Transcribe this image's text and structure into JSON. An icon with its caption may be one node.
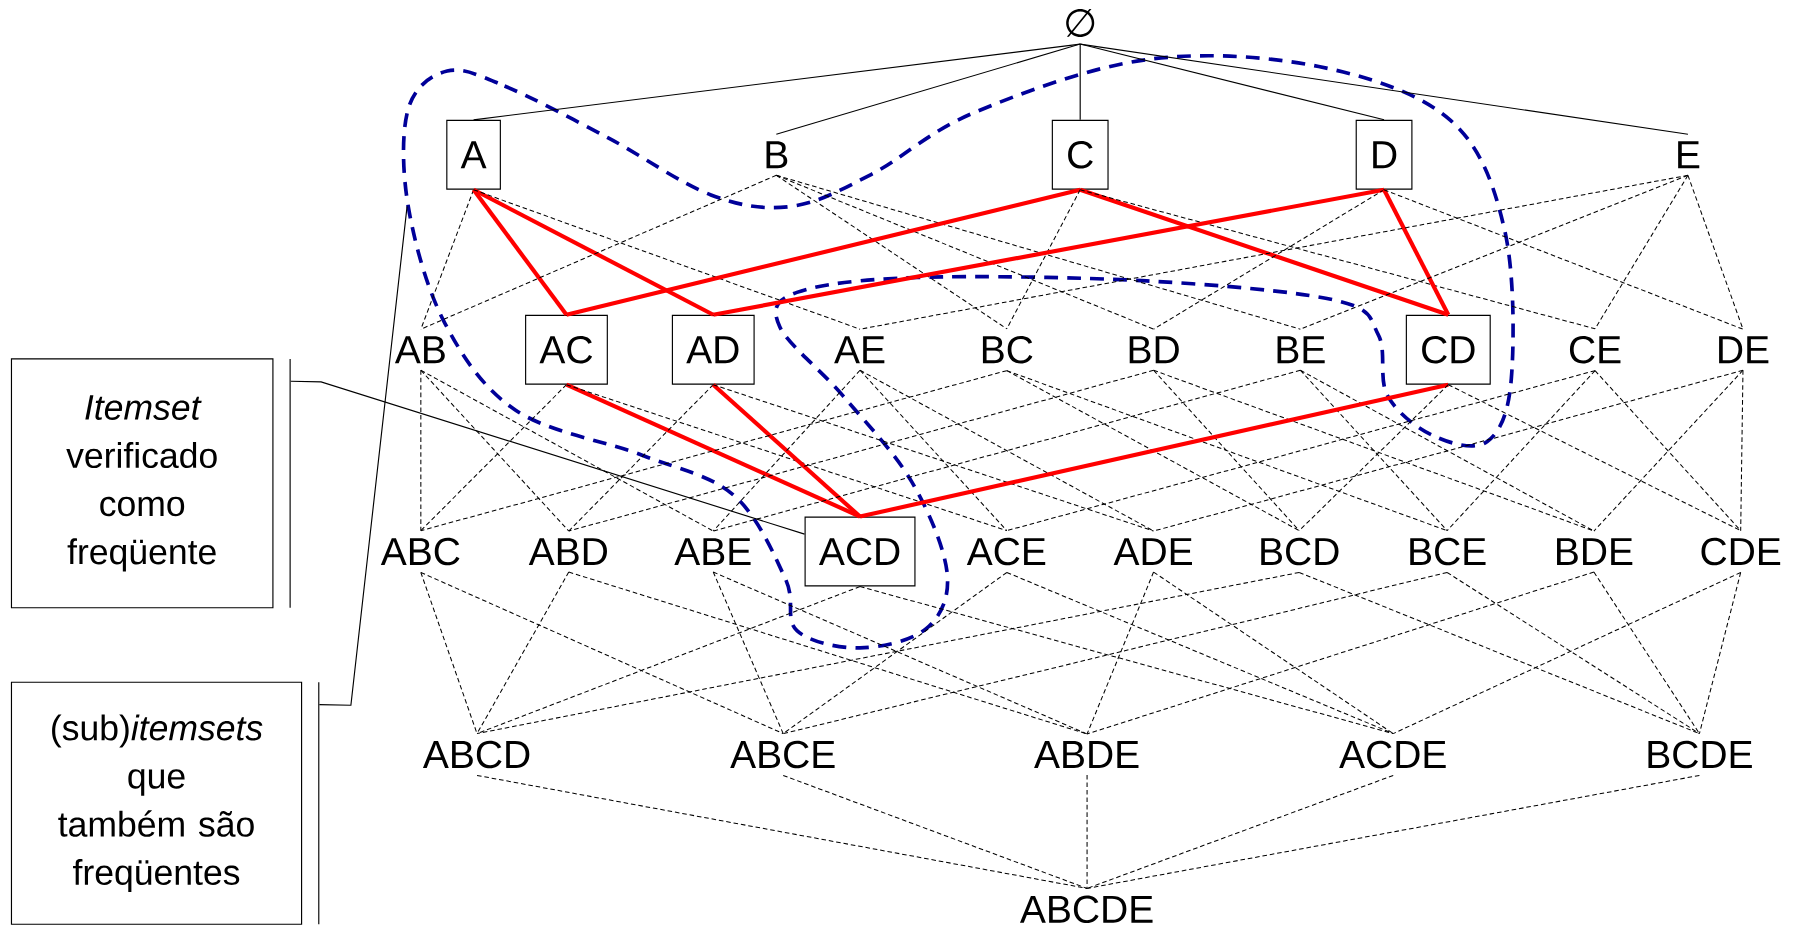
{
  "diagram": {
    "nodes": [
      {
        "text": [
          "∅"
        ]
      },
      {
        "text": [
          "A"
        ]
      },
      {
        "text": [
          "B"
        ]
      },
      {
        "text": [
          "C"
        ]
      },
      {
        "text": [
          "D"
        ]
      },
      {
        "text": [
          "E"
        ]
      },
      {
        "text": [
          "AB"
        ]
      },
      {
        "text": [
          "AC"
        ]
      },
      {
        "text": [
          "AD"
        ]
      },
      {
        "text": [
          "AE"
        ]
      },
      {
        "text": [
          "BC"
        ]
      },
      {
        "text": [
          "BD"
        ]
      },
      {
        "text": [
          "BE"
        ]
      },
      {
        "text": [
          "CD"
        ]
      },
      {
        "text": [
          "CE"
        ]
      },
      {
        "text": [
          "DE"
        ]
      },
      {
        "text": [
          "ABC"
        ]
      },
      {
        "text": [
          "ABD"
        ]
      },
      {
        "text": [
          "ABE"
        ]
      },
      {
        "text": [
          "ACD"
        ]
      },
      {
        "text": [
          "ACE"
        ]
      },
      {
        "text": [
          "ADE"
        ]
      },
      {
        "text": [
          "BCD"
        ]
      },
      {
        "text": [
          "BCE"
        ]
      },
      {
        "text": [
          "BDE"
        ]
      },
      {
        "text": [
          "CDE"
        ]
      },
      {
        "text": [
          "ABCD"
        ]
      },
      {
        "text": [
          "ABCE"
        ]
      },
      {
        "text": [
          "ABDE"
        ]
      },
      {
        "text": [
          "ACDE"
        ]
      },
      {
        "text": [
          "BCDE"
        ]
      },
      {
        "text": [
          "ABCDE"
        ]
      },
      {
        "text": [
          "*Itemset* verificado como freqüente"
        ]
      },
      {
        "text": [
          "(sub)*itemsets* que também são freqüentes"
        ]
      }
    ],
    "edges": [
      {
        "from": 0,
        "to": 1,
        "arrow": "none"
      },
      {
        "from": 0,
        "to": 2,
        "arrow": "none"
      },
      {
        "from": 0,
        "to": 3,
        "arrow": "none"
      },
      {
        "from": 0,
        "to": 4,
        "arrow": "none"
      },
      {
        "from": 0,
        "to": 5,
        "arrow": "none"
      },
      {
        "from": 1,
        "to": 6,
        "arrow": "none",
        "style": "dashed"
      },
      {
        "from": 1,
        "to": 7,
        "arrow": "none",
        "style": "thick",
        "color": "#ff0000"
      },
      {
        "from": 1,
        "to": 8,
        "arrow": "none",
        "style": "thick",
        "color": "#ff0000"
      },
      {
        "from": 1,
        "to": 9,
        "arrow": "none",
        "style": "dashed"
      },
      {
        "from": 2,
        "to": 6,
        "arrow": "none",
        "style": "dashed"
      },
      {
        "from": 2,
        "to": 10,
        "arrow": "none",
        "style": "dashed"
      },
      {
        "from": 2,
        "to": 11,
        "arrow": "none",
        "style": "dashed"
      },
      {
        "from": 2,
        "to": 12,
        "arrow": "none",
        "style": "dashed"
      },
      {
        "from": 3,
        "to": 7,
        "arrow": "none",
        "style": "thick",
        "color": "#ff0000"
      },
      {
        "from": 3,
        "to": 10,
        "arrow": "none",
        "style": "dashed"
      },
      {
        "from": 3,
        "to": 13,
        "arrow": "none",
        "style": "thick",
        "color": "#ff0000"
      },
      {
        "from": 3,
        "to": 14,
        "arrow": "none",
        "style": "dashed"
      },
      {
        "from": 4,
        "to": 8,
        "arrow": "none",
        "style": "thick",
        "color": "#ff0000"
      },
      {
        "from": 4,
        "to": 11,
        "arrow": "none",
        "style": "dashed"
      },
      {
        "from": 4,
        "to": 13,
        "arrow": "none",
        "style": "thick",
        "color": "#ff0000"
      },
      {
        "from": 4,
        "to": 15,
        "arrow": "none",
        "style": "dashed"
      },
      {
        "from": 5,
        "to": 9,
        "arrow": "none",
        "style": "dashed"
      },
      {
        "from": 5,
        "to": 12,
        "arrow": "none",
        "style": "dashed"
      },
      {
        "from": 5,
        "to": 14,
        "arrow": "none",
        "style": "dashed"
      },
      {
        "from": 5,
        "to": 15,
        "arrow": "none",
        "style": "dashed"
      },
      {
        "from": 6,
        "to": 16,
        "arrow": "none",
        "style": "dashed"
      },
      {
        "from": 6,
        "to": 17,
        "arrow": "none",
        "style": "dashed"
      },
      {
        "from": 6,
        "to": 18,
        "arrow": "none",
        "style": "dashed"
      },
      {
        "from": 7,
        "to": 16,
        "arrow": "none",
        "style": "dashed"
      },
      {
        "from": 7,
        "to": 19,
        "arrow": "none",
        "style": "thick",
        "color": "#ff0000"
      },
      {
        "from": 7,
        "to": 20,
        "arrow": "none",
        "style": "dashed"
      },
      {
        "from": 8,
        "to": 17,
        "arrow": "none",
        "style": "dashed"
      },
      {
        "from": 8,
        "to": 19,
        "arrow": "none",
        "style": "thick",
        "color": "#ff0000"
      },
      {
        "from": 8,
        "to": 21,
        "arrow": "none",
        "style": "dashed"
      },
      {
        "from": 9,
        "to": 18,
        "arrow": "none",
        "style": "dashed"
      },
      {
        "from": 9,
        "to": 20,
        "arrow": "none",
        "style": "dashed"
      },
      {
        "from": 9,
        "to": 21,
        "arrow": "none",
        "style": "dashed"
      },
      {
        "from": 10,
        "to": 16,
        "arrow": "none",
        "style": "dashed"
      },
      {
        "from": 10,
        "to": 22,
        "arrow": "none",
        "style": "dashed"
      },
      {
        "from": 10,
        "to": 23,
        "arrow": "none",
        "style": "dashed"
      },
      {
        "from": 11,
        "to": 17,
        "arrow": "none",
        "style": "dashed"
      },
      {
        "from": 11,
        "to": 22,
        "arrow": "none",
        "style": "dashed"
      },
      {
        "from": 11,
        "to": 24,
        "arrow": "none",
        "style": "dashed"
      },
      {
        "from": 12,
        "to": 18,
        "arrow": "none",
        "style": "dashed"
      },
      {
        "from": 12,
        "to": 23,
        "arrow": "none",
        "style": "dashed"
      },
      {
        "from": 12,
        "to": 24,
        "arrow": "none",
        "style": "dashed"
      },
      {
        "from": 13,
        "to": 19,
        "arrow": "none",
        "style": "thick",
        "color": "#ff0000"
      },
      {
        "from": 13,
        "to": 22,
        "arrow": "none",
        "style": "dashed"
      },
      {
        "from": 13,
        "to": 25,
        "arrow": "none",
        "style": "dashed"
      },
      {
        "from": 14,
        "to": 20,
        "arrow": "none",
        "style": "dashed"
      },
      {
        "from": 14,
        "to": 23,
        "arrow": "none",
        "style": "dashed"
      },
      {
        "from": 14,
        "to": 25,
        "arrow": "none",
        "style": "dashed"
      },
      {
        "from": 15,
        "to": 21,
        "arrow": "none",
        "style": "dashed"
      },
      {
        "from": 15,
        "to": 24,
        "arrow": "none",
        "style": "dashed"
      },
      {
        "from": 15,
        "to": 25,
        "arrow": "none",
        "style": "dashed"
      },
      {
        "from": 16,
        "to": 26,
        "arrow": "none",
        "style": "dashed"
      },
      {
        "from": 16,
        "to": 27,
        "arrow": "none",
        "style": "dashed"
      },
      {
        "from": 17,
        "to": 26,
        "arrow": "none",
        "style": "dashed"
      },
      {
        "from": 17,
        "to": 28,
        "arrow": "none",
        "style": "dashed"
      },
      {
        "from": 18,
        "to": 27,
        "arrow": "none",
        "style": "dashed"
      },
      {
        "from": 18,
        "to": 28,
        "arrow": "none",
        "style": "dashed"
      },
      {
        "from": 19,
        "to": 26,
        "arrow": "none",
        "style": "dashed"
      },
      {
        "from": 19,
        "to": 29,
        "arrow": "none",
        "style": "dashed"
      },
      {
        "from": 20,
        "to": 27,
        "arrow": "none",
        "style": "dashed"
      },
      {
        "from": 20,
        "to": 29,
        "arrow": "none",
        "style": "dashed"
      },
      {
        "from": 21,
        "to": 28,
        "arrow": "none",
        "style": "dashed"
      },
      {
        "from": 21,
        "to": 29,
        "arrow": "none",
        "style": "dashed"
      },
      {
        "from": 22,
        "to": 26,
        "arrow": "none",
        "style": "dashed"
      },
      {
        "from": 22,
        "to": 30,
        "arrow": "none",
        "style": "dashed"
      },
      {
        "from": 23,
        "to": 27,
        "arrow": "none",
        "style": "dashed"
      },
      {
        "from": 23,
        "to": 30,
        "arrow": "none",
        "style": "dashed"
      },
      {
        "from": 24,
        "to": 28,
        "arrow": "none",
        "style": "dashed"
      },
      {
        "from": 24,
        "to": 30,
        "arrow": "none",
        "style": "dashed"
      },
      {
        "from": 25,
        "to": 29,
        "arrow": "none",
        "style": "dashed"
      },
      {
        "from": 25,
        "to": 30,
        "arrow": "none",
        "style": "dashed"
      },
      {
        "from": 26,
        "to": 31,
        "arrow": "none",
        "style": "dashed"
      },
      {
        "from": 27,
        "to": 31,
        "arrow": "none",
        "style": "dashed"
      },
      {
        "from": 28,
        "to": 31,
        "arrow": "none",
        "style": "dashed"
      },
      {
        "from": 29,
        "to": 31,
        "arrow": "none",
        "style": "dashed"
      },
      {
        "from": 30,
        "to": 31,
        "arrow": "none",
        "style": "dashed"
      },
      {
        "from": 32,
        "to": 19,
        "arrow": "none"
      },
      {
        "from": 33,
        "to": null,
        "arrow": "none"
      }
    ]
  }
}
